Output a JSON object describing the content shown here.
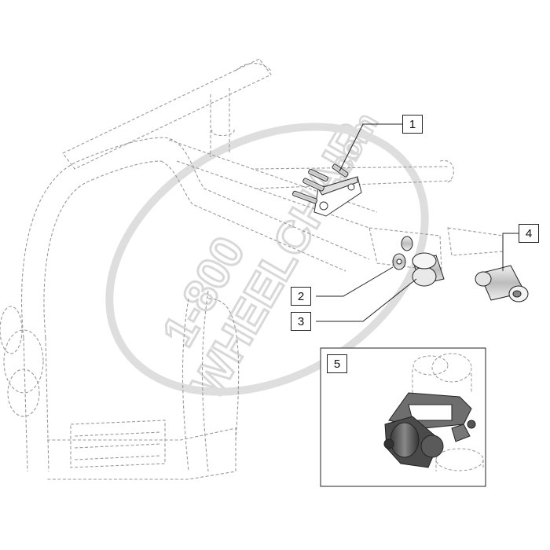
{
  "watermark": {
    "line1": "1-800",
    "line2": "WHEELCHAIR",
    "line3": ".com",
    "color": "#d9d9d9"
  },
  "callouts": [
    {
      "number": "1"
    },
    {
      "number": "2"
    },
    {
      "number": "3"
    },
    {
      "number": "4"
    },
    {
      "number": "5"
    }
  ],
  "colors": {
    "outline": "#9a9a9a",
    "part": "#555555",
    "part_dark": "#333333",
    "part_light": "#bdbdbd"
  }
}
